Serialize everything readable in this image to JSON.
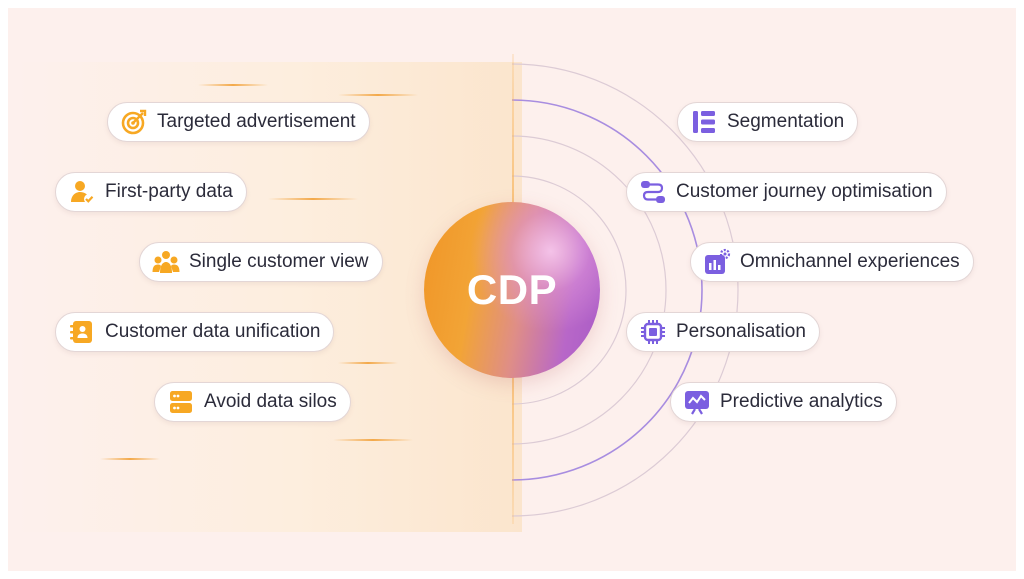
{
  "diagram": {
    "center_label": "CDP",
    "left_items": [
      {
        "label": "Targeted advertisement",
        "icon": "target-icon"
      },
      {
        "label": "First-party data",
        "icon": "user-check-icon"
      },
      {
        "label": "Single customer view",
        "icon": "users-group-icon"
      },
      {
        "label": "Customer data unification",
        "icon": "contact-book-icon"
      },
      {
        "label": "Avoid data silos",
        "icon": "server-icon"
      }
    ],
    "right_items": [
      {
        "label": "Segmentation",
        "icon": "list-icon"
      },
      {
        "label": "Customer journey optimisation",
        "icon": "journey-icon"
      },
      {
        "label": "Omnichannel experiences",
        "icon": "chart-gear-icon"
      },
      {
        "label": "Personalisation",
        "icon": "chip-icon"
      },
      {
        "label": "Predictive analytics",
        "icon": "presentation-icon"
      }
    ],
    "colors": {
      "left_accent": "#f7a823",
      "right_accent": "#7b5fe0",
      "background": "#fdf0ed"
    }
  }
}
